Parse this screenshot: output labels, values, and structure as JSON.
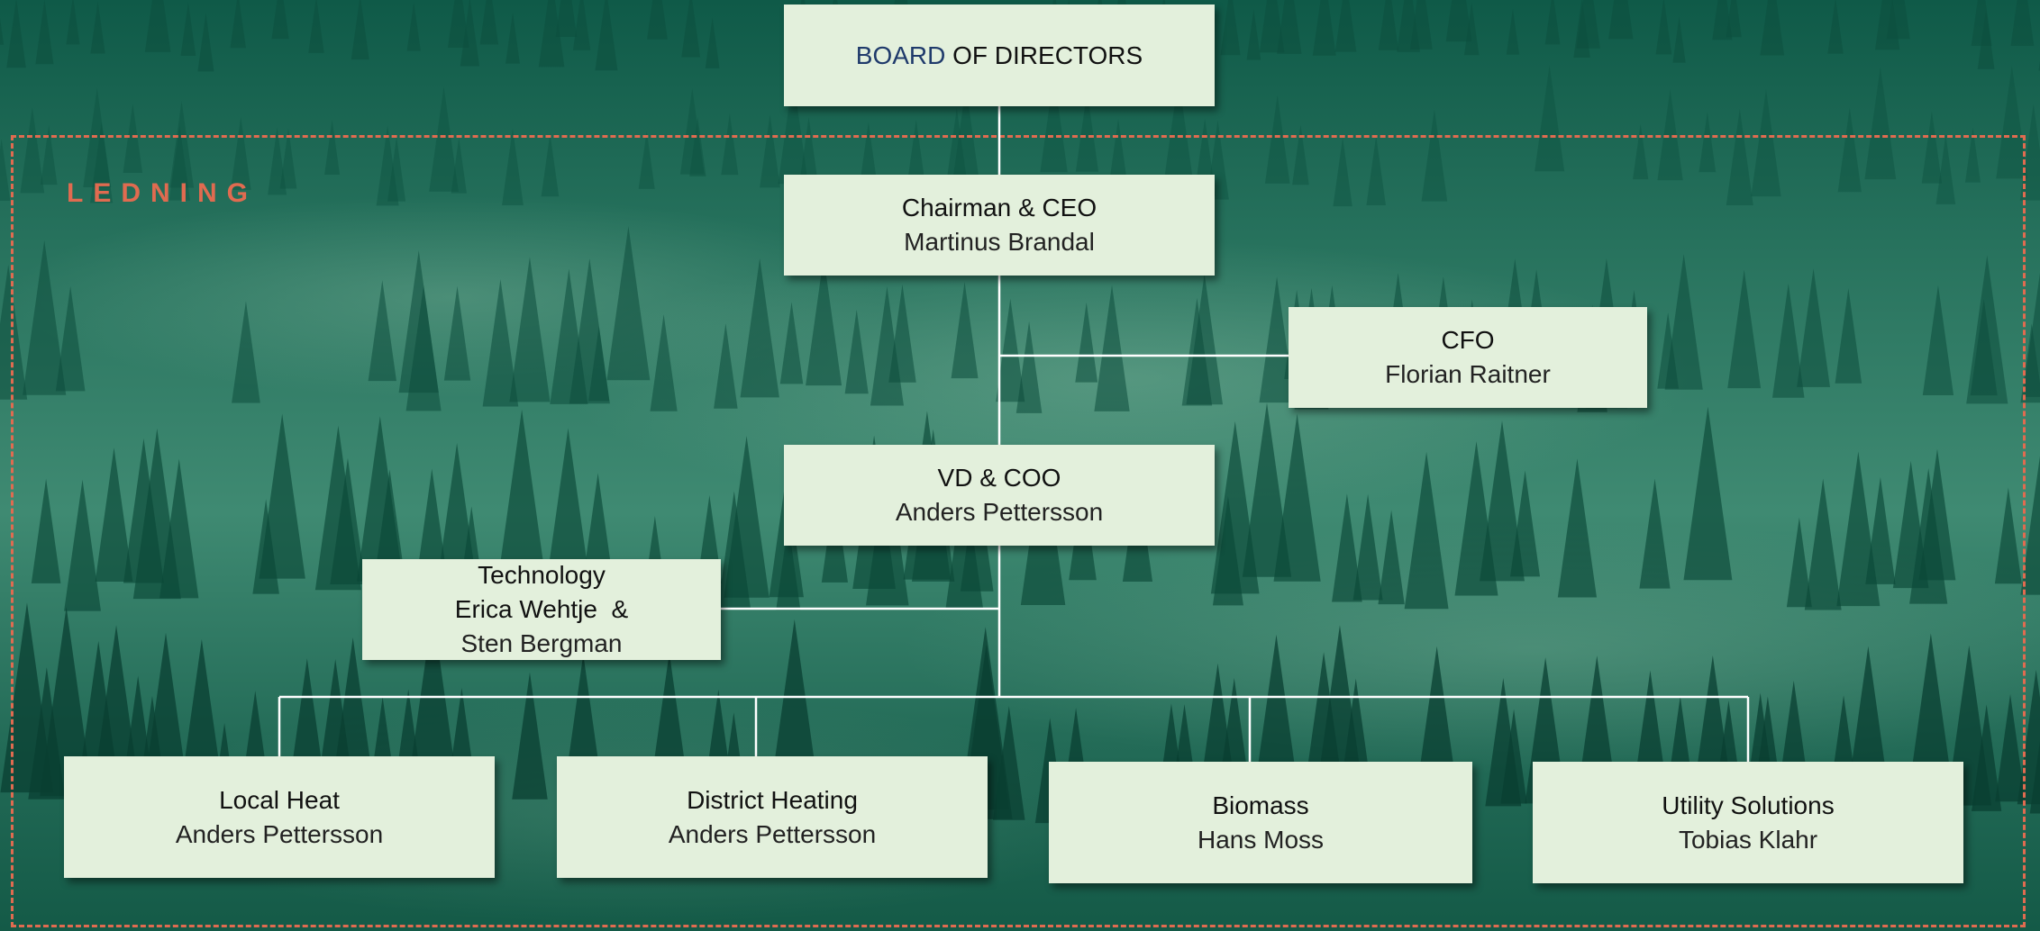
{
  "board": {
    "title_accent": "BOARD",
    "title_rest": " OF DIRECTORS"
  },
  "group_label": "LEDNING",
  "chairman": {
    "role": "Chairman & CEO",
    "name": "Martinus Brandal"
  },
  "cfo": {
    "role": "CFO",
    "name": "Florian Raitner"
  },
  "vd": {
    "role": "VD & COO",
    "name": "Anders Pettersson"
  },
  "technology": {
    "role": "Technology",
    "name_line1": "Erica Wehtje  &",
    "name_line2": "Sten Bergman"
  },
  "units": [
    {
      "role": "Local Heat",
      "name": "Anders Pettersson"
    },
    {
      "role": "District Heating",
      "name": "Anders Pettersson"
    },
    {
      "role": "Biomass",
      "name": "Hans Moss"
    },
    {
      "role": "Utility Solutions",
      "name": "Tobias Klahr"
    }
  ],
  "colors": {
    "box_fill": "#e3f0dc",
    "frame_dashed": "#e06b50",
    "connector": "#ffffff",
    "board_accent": "#1f3a6b",
    "background": "#2f7a64"
  }
}
